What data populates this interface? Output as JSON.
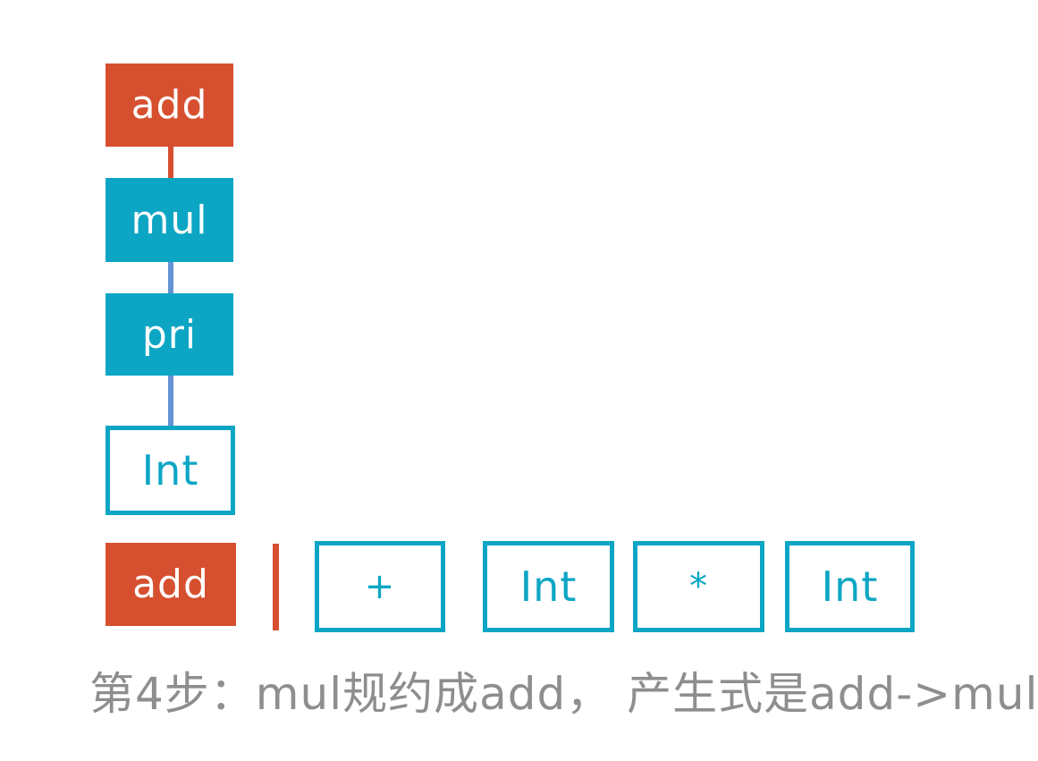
{
  "palette": {
    "orange": "#d6502f",
    "teal": "#0ca6c4",
    "blue": "#6592d3",
    "gray": "#8e8e8e"
  },
  "tree": {
    "nodes": [
      {
        "id": "add-root",
        "label": "add",
        "style": "orange-filled"
      },
      {
        "id": "mul",
        "label": "mul",
        "style": "teal-filled"
      },
      {
        "id": "pri",
        "label": "pri",
        "style": "teal-filled"
      },
      {
        "id": "int",
        "label": "Int",
        "style": "teal-outline"
      }
    ],
    "connectors": [
      {
        "from": "add-root",
        "to": "mul",
        "color": "orange"
      },
      {
        "from": "mul",
        "to": "pri",
        "color": "blue"
      },
      {
        "from": "pri",
        "to": "int",
        "color": "blue"
      }
    ]
  },
  "stack_row": {
    "reduced_token": {
      "label": "add",
      "style": "orange-filled"
    },
    "divider_color": "orange",
    "pending_tokens": [
      {
        "label": "+",
        "style": "teal-outline"
      },
      {
        "label": "Int",
        "style": "teal-outline"
      },
      {
        "label": "*",
        "style": "teal-outline"
      },
      {
        "label": "Int",
        "style": "teal-outline"
      }
    ]
  },
  "caption": {
    "text": "第4步：mul规约成add， 产生式是add->mul"
  }
}
